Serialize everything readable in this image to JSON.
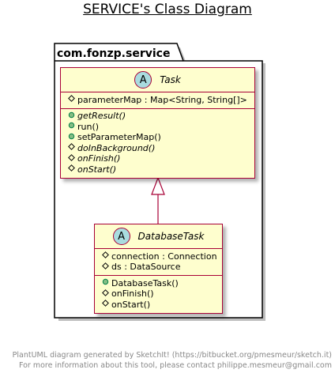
{
  "title": "SERVICE's Class Diagram",
  "package": "com.fonzp.service",
  "classes": {
    "task": {
      "badge": "A",
      "name": "Task",
      "fields": [
        {
          "vis": "#",
          "text": "parameterMap : Map<String, String[]>"
        }
      ],
      "methods": [
        {
          "vis": "+",
          "text": "getResult()"
        },
        {
          "vis": "+",
          "text": "run()"
        },
        {
          "vis": "+",
          "text": "setParameterMap()"
        },
        {
          "vis": "#",
          "text": "doInBackground()"
        },
        {
          "vis": "#",
          "text": "onFinish()"
        },
        {
          "vis": "#",
          "text": "onStart()"
        }
      ]
    },
    "database_task": {
      "badge": "A",
      "name": "DatabaseTask",
      "fields": [
        {
          "vis": "#",
          "text": "connection : Connection"
        },
        {
          "vis": "#",
          "text": "ds : DataSource"
        }
      ],
      "methods": [
        {
          "vis": "+",
          "text": "DatabaseTask()"
        },
        {
          "vis": "#",
          "text": "onFinish()"
        },
        {
          "vis": "#",
          "text": "onStart()"
        }
      ]
    }
  },
  "visibility_icons": {
    "+": "public-circle-icon",
    "#": "protected-diamond-icon"
  },
  "footer": {
    "line1": "PlantUML diagram generated by SketchIt! (https://bitbucket.org/pmesmeur/sketch.it)",
    "line2": "For more information about this tool, please contact philippe.mesmeur@gmail.com"
  },
  "colors": {
    "border": "#a80036",
    "fill": "#fefece",
    "badge": "#a9dcdf",
    "public": "#84be84",
    "footer": "#888888"
  }
}
